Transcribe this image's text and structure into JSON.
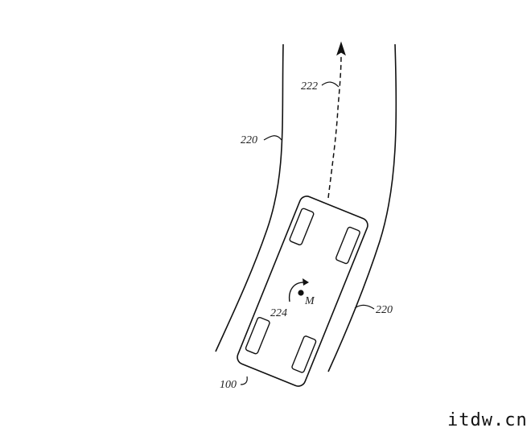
{
  "figure": {
    "labels": {
      "road_left": "220",
      "road_right": "220",
      "path": "222",
      "moment": "224",
      "moment_symbol": "M",
      "vehicle": "100"
    }
  },
  "watermark": {
    "text": "itdw.cn"
  }
}
